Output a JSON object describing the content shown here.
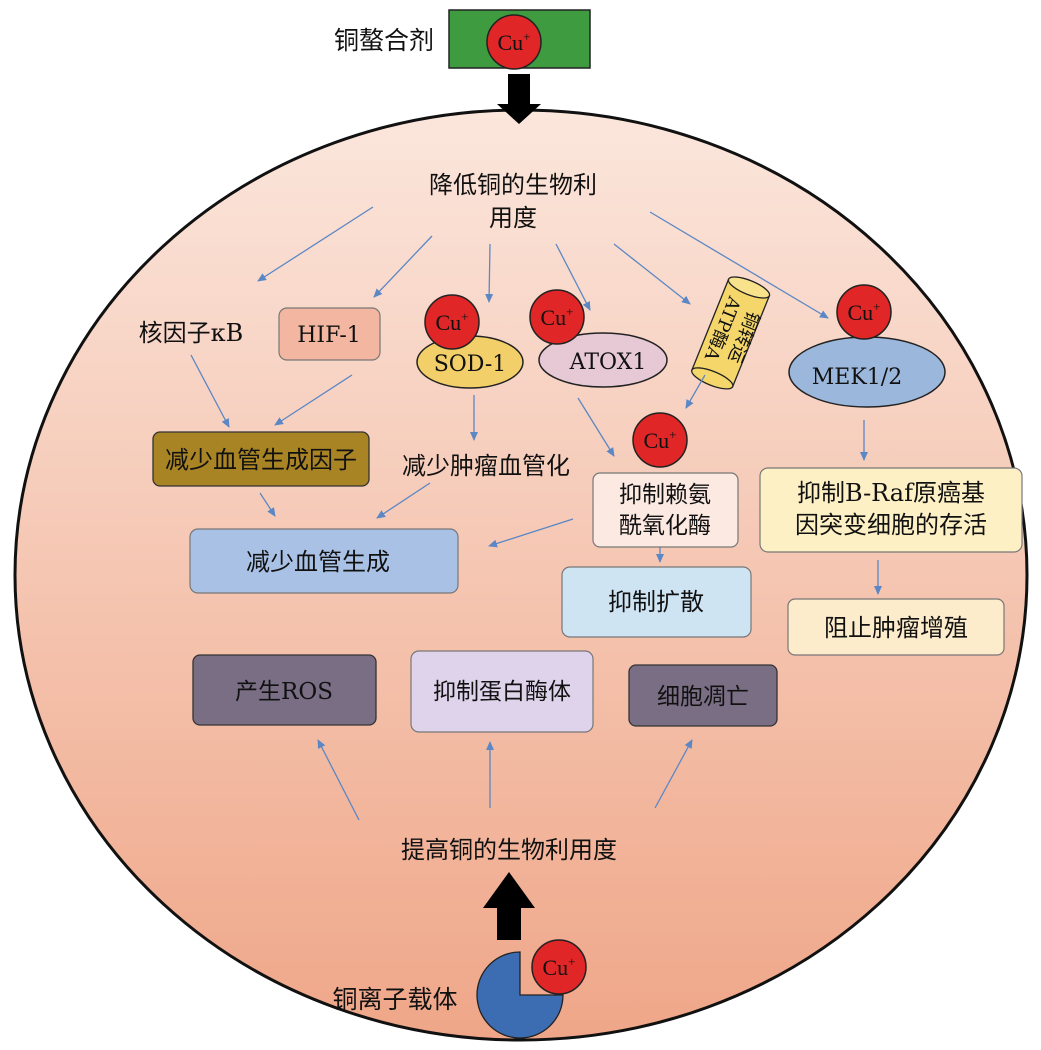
{
  "colors": {
    "cell_top": "#fbe6dc",
    "cell_bottom": "#efa688",
    "arrow": "#5b87c5",
    "cu_fill": "#e02626",
    "chelator_fill": "#3e9b3f",
    "ionophore_fill": "#3c6db2"
  },
  "nodes": {
    "chelator": "铜螯合剂",
    "ionophore": "铜离子载体",
    "reduce_bio_line1": "降低铜的生物利",
    "reduce_bio_line2": "用度",
    "increase_bio": "提高铜的生物利用度",
    "nfkb": "核因子κB",
    "hif1": "HIF-1",
    "sod1": "SOD-1",
    "atox1": "ATOX1",
    "atpase_line1": "铜转运",
    "atpase_line2": "ATP酶A",
    "mek": "MEK1/2",
    "reduce_factor": "减少血管生成因子",
    "reduce_tumor_vasc": "减少肿瘤血管化",
    "inhibit_lox_line1": "抑制赖氨",
    "inhibit_lox_line2": "酰氧化酶",
    "inhibit_braf_line1": "抑制B-Raf原癌基",
    "inhibit_braf_line2": "因突变细胞的存活",
    "reduce_angio": "减少血管生成",
    "inhibit_spread": "抑制扩散",
    "block_tumor": "阻止肿瘤增殖",
    "ros": "产生ROS",
    "proteasome": "抑制蛋白酶体",
    "apoptosis": "细胞凋亡",
    "cu_main": "Cu",
    "cu_sup": "+"
  }
}
